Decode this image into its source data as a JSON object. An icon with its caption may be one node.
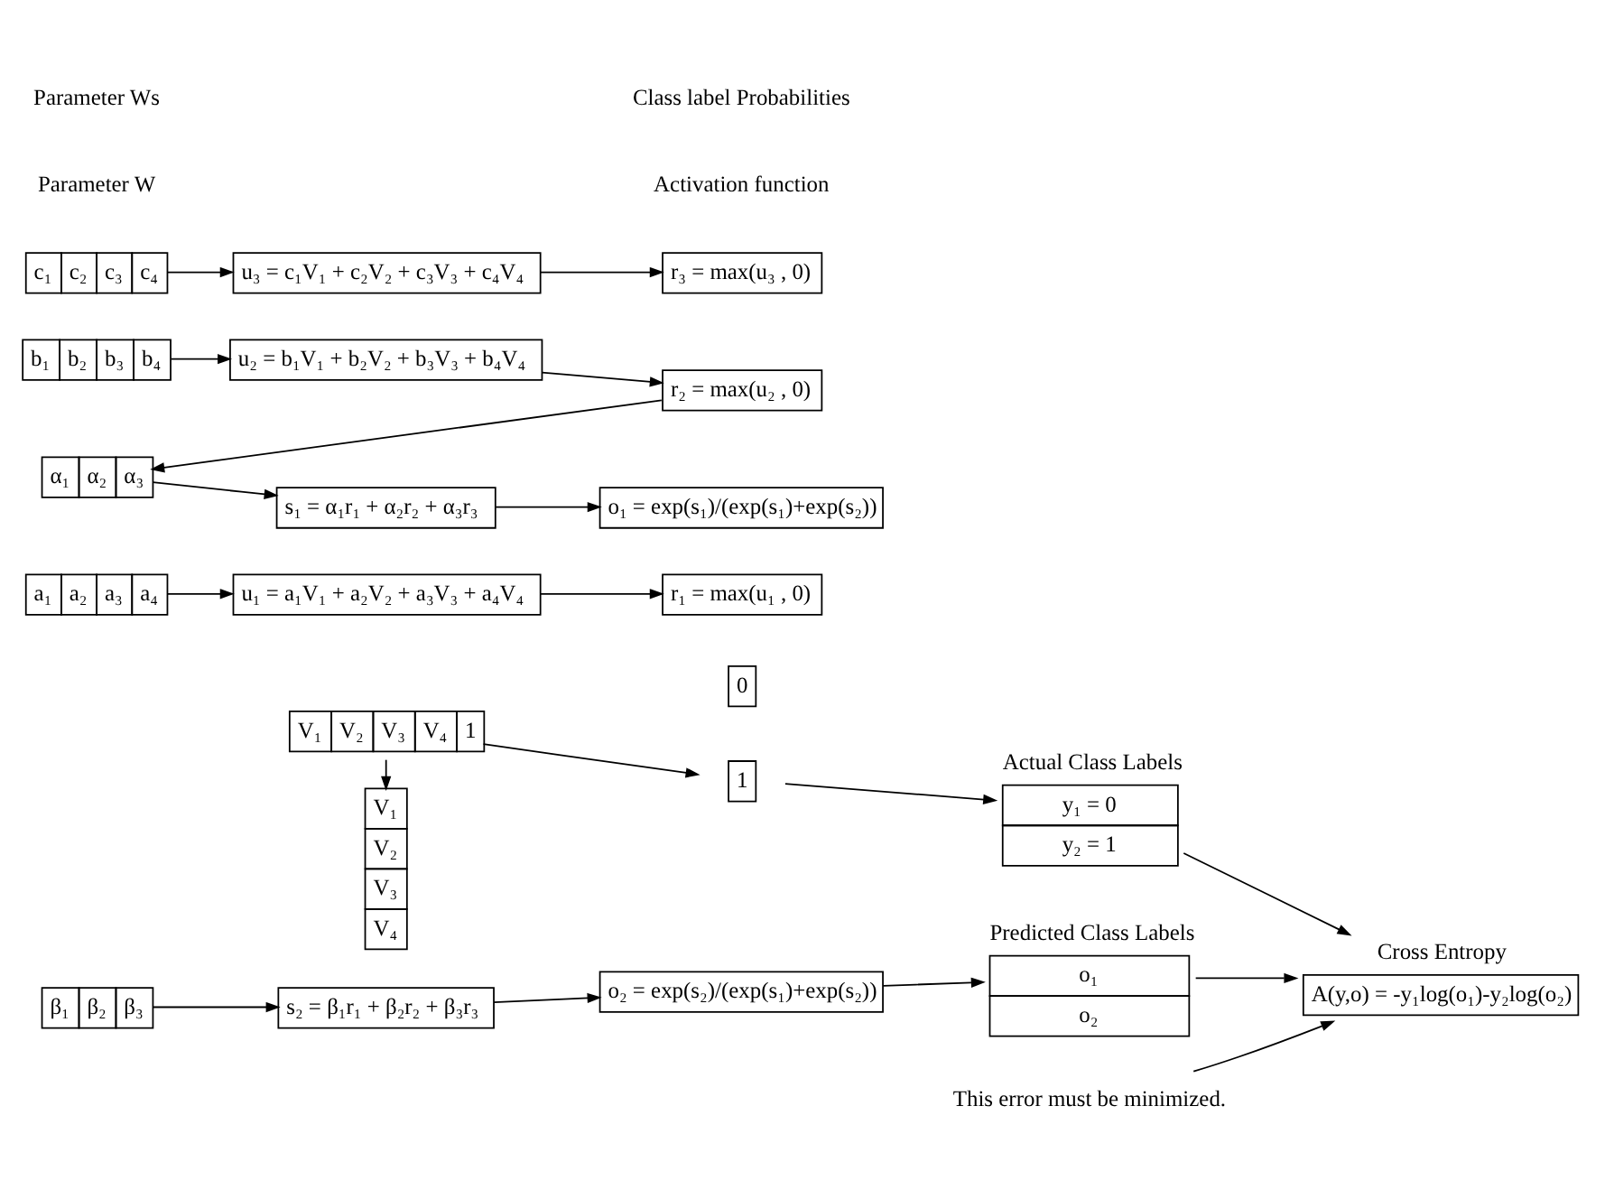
{
  "diagram": {
    "nodes": [
      {
        "text": [
          "V₁",
          "V₂",
          "V₃",
          "V₄",
          "1"
        ]
      },
      {
        "text": [
          "0"
        ]
      },
      {
        "text": [
          "1"
        ]
      },
      {
        "text": [
          "V₁",
          "V₂",
          "V₃",
          "V₄"
        ]
      },
      {
        "text": [
          "a₁",
          "a₂",
          "a₃",
          "a₄"
        ]
      },
      {
        "text": [
          "b₁",
          "b₂",
          "b₃",
          "b₄"
        ]
      },
      {
        "text": [
          "c₁",
          "c₂",
          "c₃",
          "c₄"
        ]
      },
      {
        "text": [
          "u₁ = a₁V₁ + a₂V₂ + a₃V₃ + a₄V₄"
        ]
      },
      {
        "text": [
          "u₂ = b₁V₁ + b₂V₂ + b₃V₃ + b₄V₄"
        ]
      },
      {
        "text": [
          "u₃ = c₁V₁ + c₂V₂ + c₃V₃ + c₄V₄"
        ]
      },
      {
        "text": [
          "r₁ = max(u₁ , 0)"
        ]
      },
      {
        "text": [
          "r₂ = max(u₂ , 0)"
        ]
      },
      {
        "text": [
          "r₃ = max(u₃ , 0)"
        ]
      },
      {
        "text": [
          "α₁",
          "α₂",
          "α₃"
        ]
      },
      {
        "text": [
          "β₁",
          "β₂",
          "β₃"
        ]
      },
      {
        "text": [
          "s₁ = α₁r₁ + α₂r₂ + α₃r₃"
        ]
      },
      {
        "text": [
          "s₂ = β₁r₁ + β₂r₂ + β₃r₃"
        ]
      },
      {
        "text": [
          "o₁ = exp(s₁)/(exp(s₁)+exp(s₂))"
        ]
      },
      {
        "text": [
          "o₂ = exp(s₂)/(exp(s₁)+exp(s₂))"
        ]
      },
      {
        "text": [
          "o₁",
          "o₂"
        ],
        "beside": [
          "Predicted Class Labels"
        ]
      },
      {
        "text": [
          "y₁ = 0",
          "y₂ = 1"
        ],
        "beside": [
          "Actual Class Labels"
        ]
      },
      {
        "text": [
          "A(y,o) = -y₁log(o₁)-y₂log(o₂)"
        ],
        "beside": [
          "Cross Entropy"
        ]
      },
      {
        "text": [
          "This error must be minimized."
        ]
      }
    ],
    "edges": [
      {
        "from": 0,
        "to": 2,
        "arrow": "to"
      },
      {
        "from": 0,
        "to": 3,
        "arrow": "to"
      },
      {
        "from": 4,
        "to": 7,
        "arrow": "to"
      },
      {
        "from": 5,
        "to": 8,
        "arrow": "to"
      },
      {
        "from": 6,
        "to": 9,
        "arrow": "to"
      },
      {
        "from": 7,
        "to": 10,
        "arrow": "to"
      },
      {
        "from": 8,
        "to": 11,
        "arrow": "to"
      },
      {
        "from": 9,
        "to": 12,
        "arrow": "to"
      },
      {
        "from": 11,
        "to": 13,
        "arrow": "to"
      },
      {
        "from": 13,
        "to": 15,
        "arrow": "to"
      },
      {
        "from": 14,
        "to": 16,
        "arrow": "to"
      },
      {
        "from": 15,
        "to": 17,
        "arrow": "to"
      },
      {
        "from": 16,
        "to": 18,
        "arrow": "to"
      },
      {
        "from": 18,
        "to": 19,
        "arrow": "to"
      },
      {
        "from": 2,
        "to": 20,
        "arrow": "to"
      },
      {
        "from": 19,
        "to": 21,
        "arrow": "to"
      },
      {
        "from": 20,
        "to": 21,
        "arrow": "to"
      },
      {
        "from": 22,
        "to": 21,
        "arrow": "to"
      }
    ],
    "labels": [
      "Parameter W",
      "Activation function",
      "Parameter Ws",
      "Class label Probabilities"
    ]
  }
}
